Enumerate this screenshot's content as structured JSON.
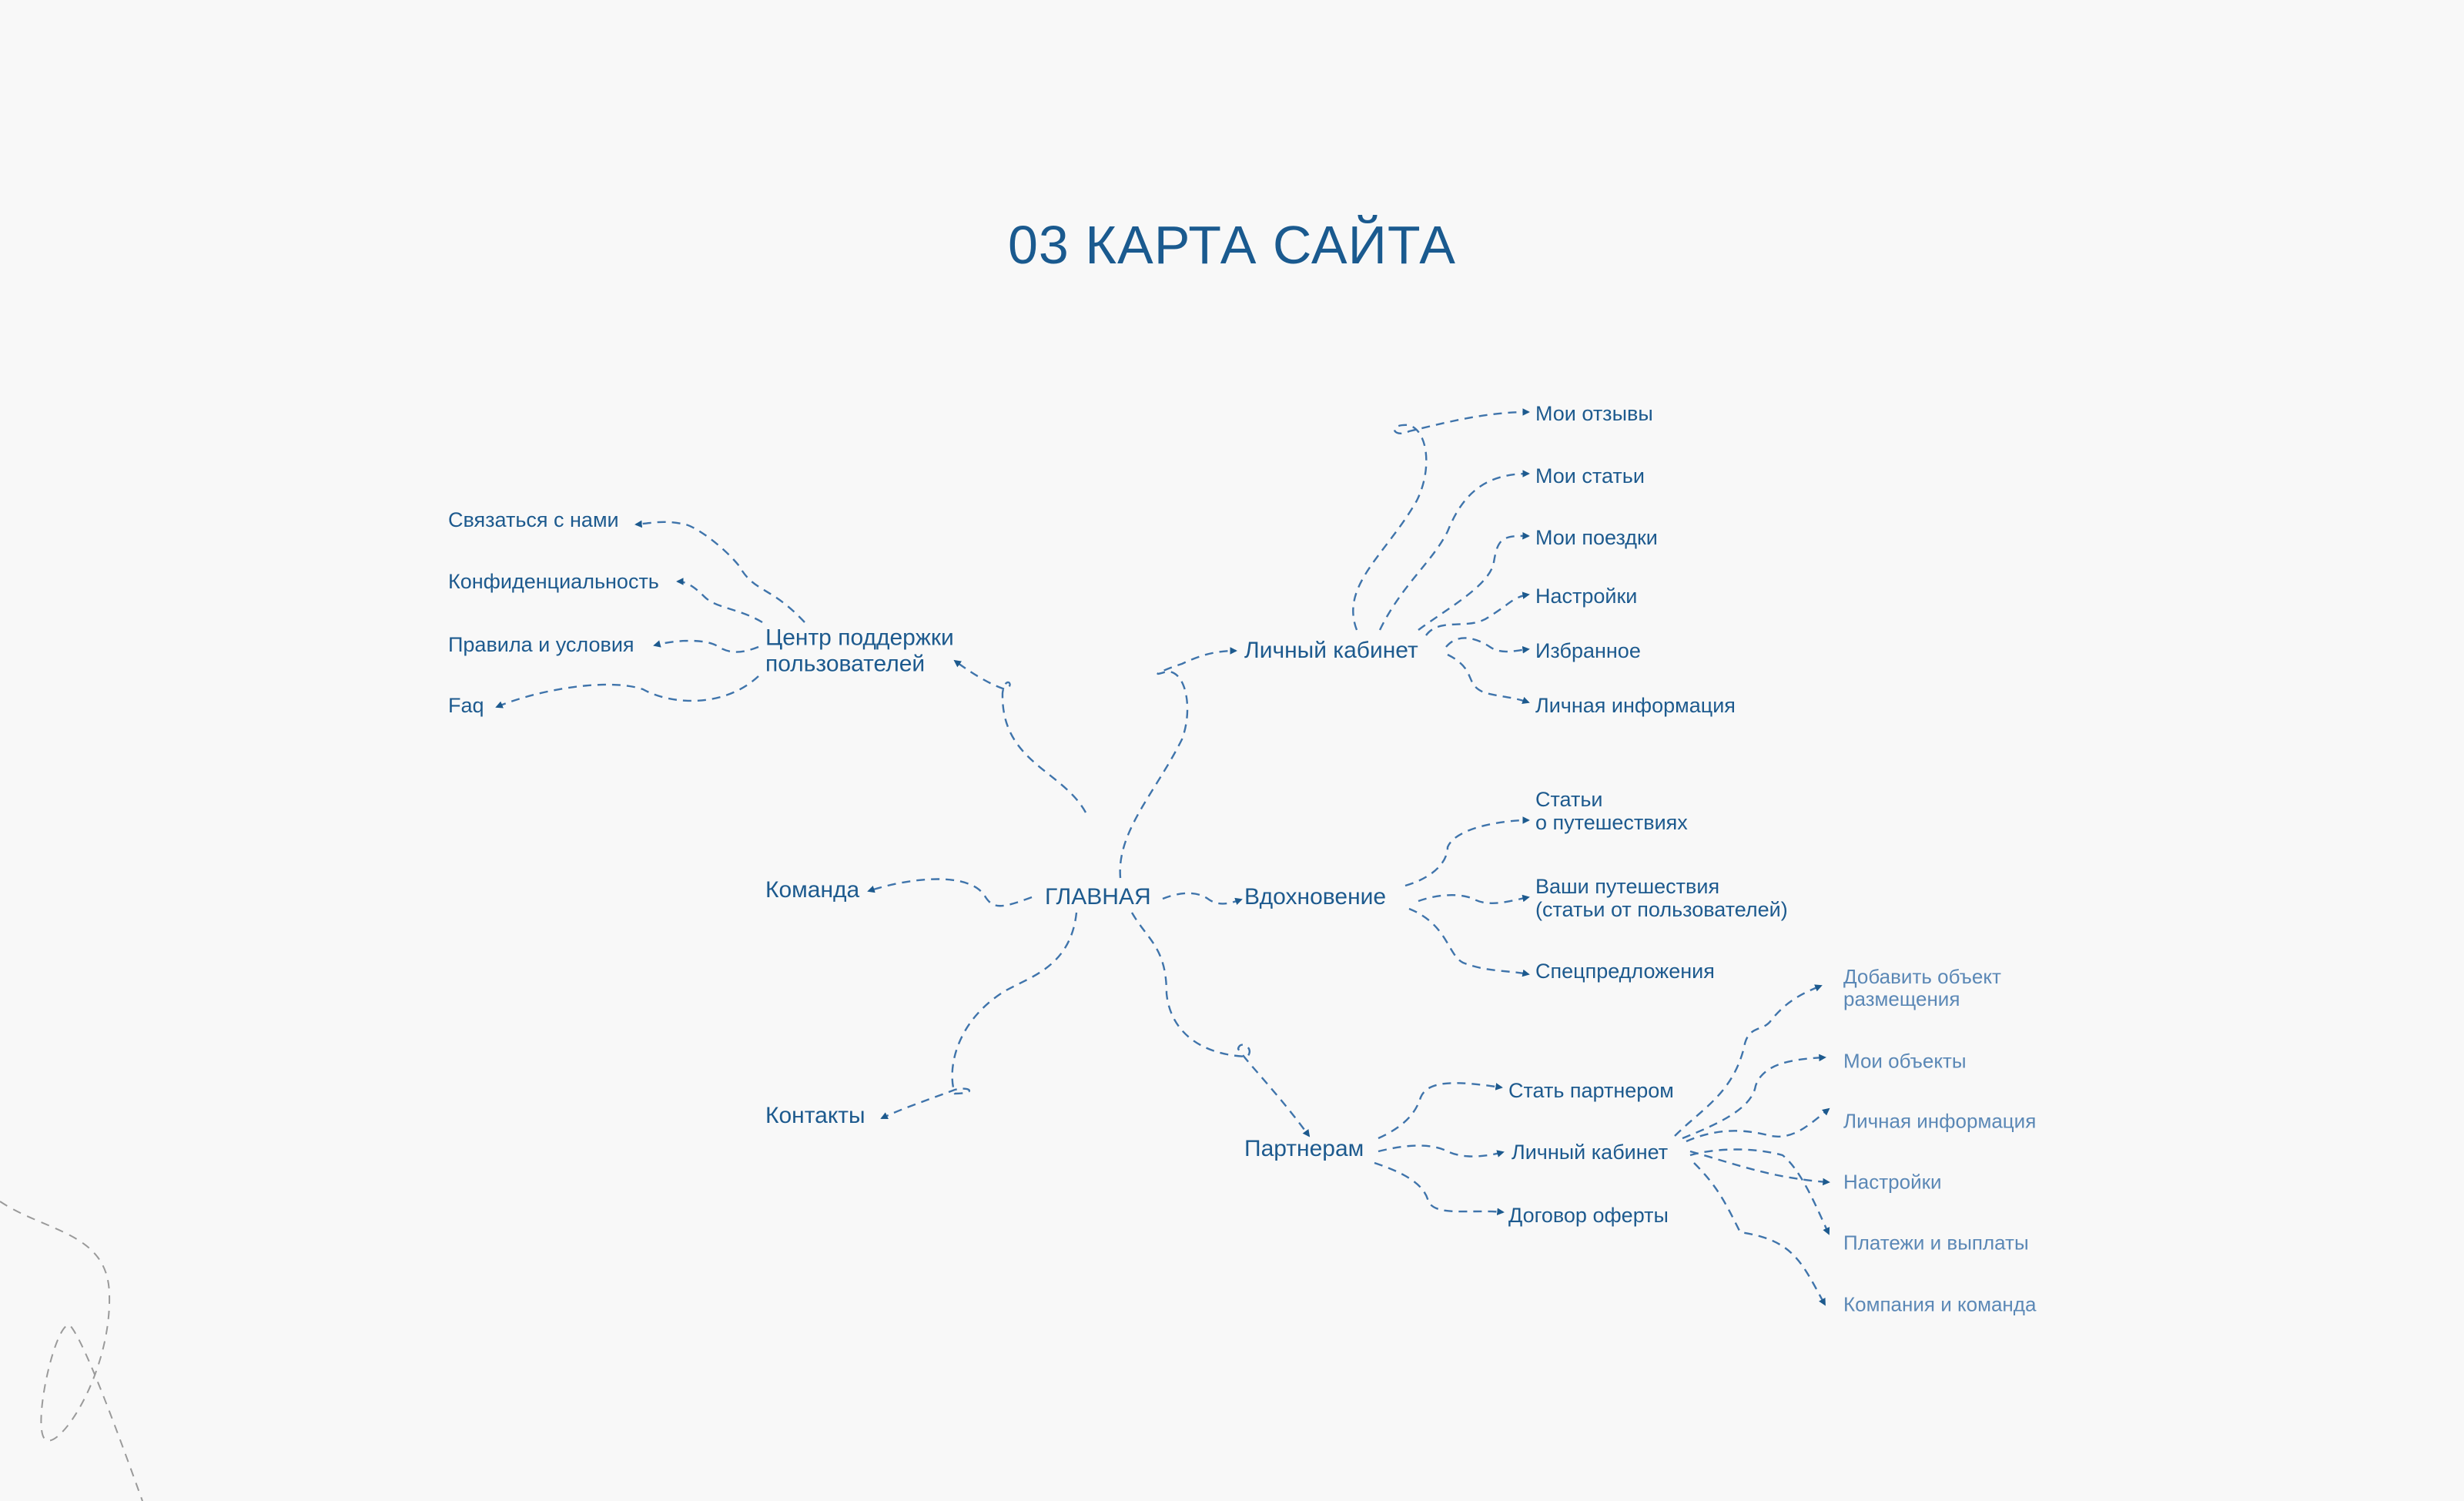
{
  "title": "03 КАРТА САЙТА",
  "colors": {
    "primary": "#1d5a8e",
    "secondary": "#5b88b6",
    "line": "#3f74ab",
    "background": "#f8f8f8"
  },
  "root": "ГЛАВНАЯ",
  "support": {
    "label_line1": "Центр поддержки",
    "label_line2": "пользователей",
    "children": [
      "Связаться с нами",
      "Конфиденциальность",
      "Правила и условия",
      "Faq"
    ]
  },
  "team": "Команда",
  "contacts": "Контакты",
  "cabinet": {
    "label": "Личный кабинет",
    "children": [
      "Мои отзывы",
      "Мои статьи",
      "Мои поездки",
      "Настройки",
      "Избранное",
      "Личная информация"
    ]
  },
  "inspiration": {
    "label": "Вдохновение",
    "children": [
      {
        "line1": "Статьи",
        "line2": "о путешествиях"
      },
      {
        "line1": "Ваши путешествия",
        "line2": "(статьи от пользователей)"
      },
      {
        "line1": "Спецпредложения"
      }
    ]
  },
  "partners": {
    "label": "Партнерам",
    "children": [
      "Стать партнером",
      "Личный кабинет",
      "Договор оферты"
    ],
    "cabinet_children": [
      {
        "line1": "Добавить объект",
        "line2": "размещения"
      },
      {
        "line1": "Мои объекты"
      },
      {
        "line1": "Личная информация"
      },
      {
        "line1": "Настройки"
      },
      {
        "line1": "Платежи и выплаты"
      },
      {
        "line1": "Компания и команда"
      }
    ]
  }
}
